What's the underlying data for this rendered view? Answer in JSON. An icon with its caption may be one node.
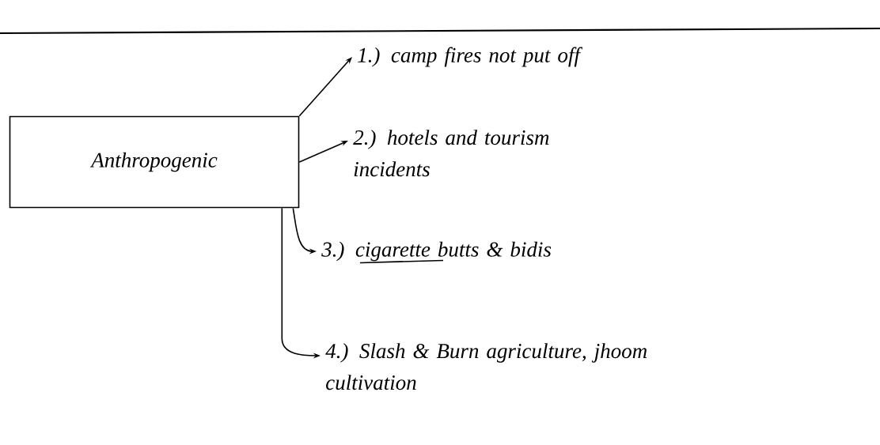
{
  "diagram": {
    "nodes": [
      {
        "text": [
          "Anthropogenic"
        ]
      },
      {
        "text": [
          "1.) camp fires not put off"
        ]
      },
      {
        "text": [
          "2.) hotels and tourism incidents"
        ]
      },
      {
        "text": [
          "3.) cigarette butts & bidis"
        ]
      },
      {
        "text": [
          "4.) Slash & Burn agriculture, jhoom cultivation"
        ]
      }
    ],
    "edges": [
      {
        "from": 0,
        "to": 1,
        "arrow": "to"
      },
      {
        "from": 0,
        "to": 2,
        "arrow": "to"
      },
      {
        "from": 0,
        "to": 3,
        "arrow": "to"
      },
      {
        "from": 0,
        "to": 4,
        "arrow": "to"
      }
    ]
  }
}
